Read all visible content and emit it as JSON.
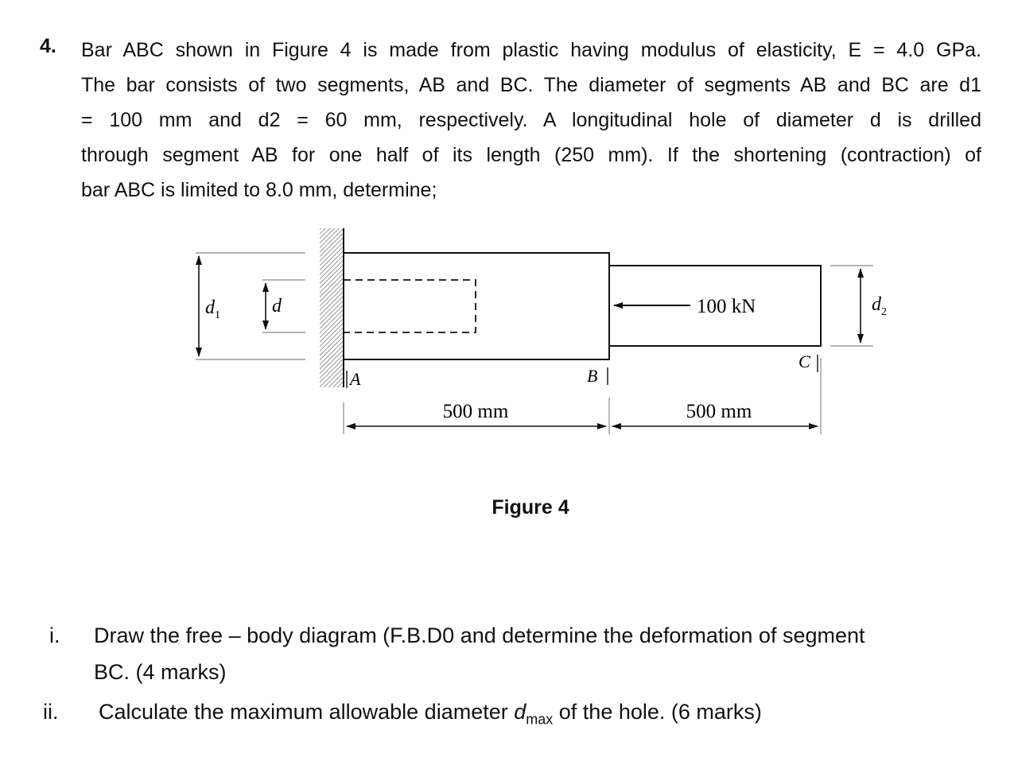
{
  "question": {
    "number": "4.",
    "lines": [
      "Bar ABC shown in Figure 4 is made from plastic having modulus of elasticity, E = 4.0 GPa.",
      "The bar consists of two segments, AB and BC. The diameter of segments AB and BC are d1",
      "= 100 mm and d2 = 60 mm, respectively. A longitudinal hole of diameter d is drilled",
      "through segment AB for one half of its length (250 mm). If the shortening (contraction) of",
      "bar ABC is limited to 8.0 mm, determine;"
    ]
  },
  "figure": {
    "labels": {
      "d1": "d",
      "d1_sub": "1",
      "d": "d",
      "d2": "d",
      "d2_sub": "2",
      "point_a": "A",
      "point_b": "B",
      "point_c": "C",
      "force": "100 kN",
      "length_ab": "500 mm",
      "length_bc": "500 mm"
    },
    "caption": "Figure 4"
  },
  "parts": [
    {
      "number": "i.",
      "line1": "Draw the free – body diagram (F.B.D0 and determine the deformation of segment",
      "line2": "BC. (4 marks)"
    },
    {
      "number": "ii.",
      "text_before": "Calculate the maximum allowable diameter ",
      "symbol": "d",
      "symbol_sub": "max",
      "text_after": " of the hole. (6 marks)"
    }
  ]
}
